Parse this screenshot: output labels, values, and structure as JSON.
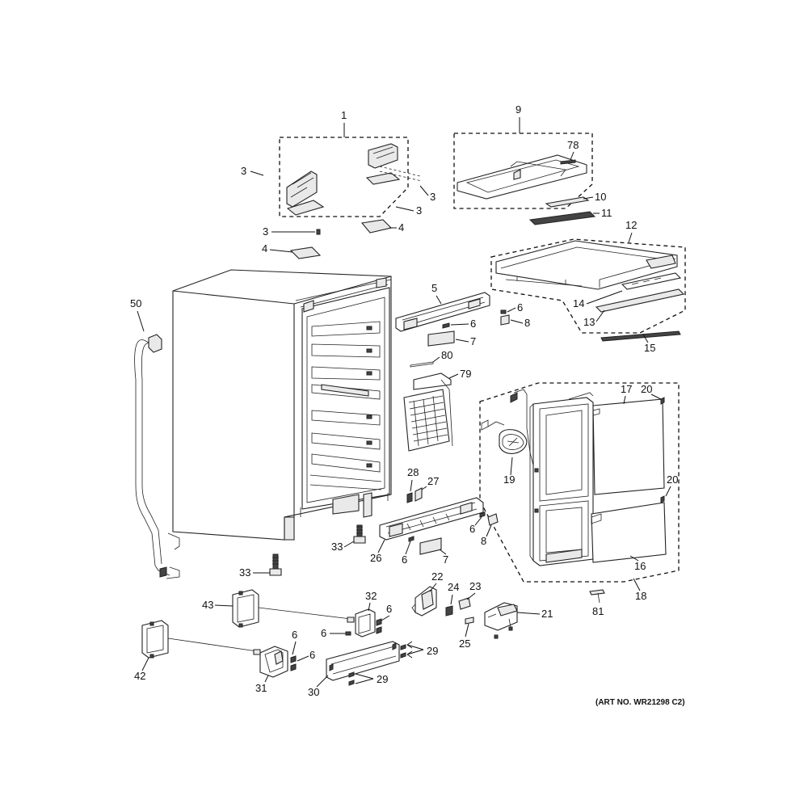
{
  "art_number": "(ART NO. WR21298 C2)",
  "callouts": {
    "c1": "1",
    "c3a": "3",
    "c3b": "3",
    "c3c": "3",
    "c3d": "3",
    "c4a": "4",
    "c4b": "4",
    "c9": "9",
    "c78": "78",
    "c10": "10",
    "c11": "11",
    "c12": "12",
    "c14": "14",
    "c13": "13",
    "c15": "15",
    "c5": "5",
    "c6a": "6",
    "c8a": "8",
    "c6b": "6",
    "c7a": "7",
    "c80": "80",
    "c79": "79",
    "c50": "50",
    "c17": "17",
    "c20a": "20",
    "c20b": "20",
    "c19": "19",
    "c16": "16",
    "c18": "18",
    "c28": "28",
    "c27": "27",
    "c6c": "6",
    "c8b": "8",
    "c33a": "33",
    "c26": "26",
    "c6d": "6",
    "c7b": "7",
    "c33b": "33",
    "c22": "22",
    "c24": "24",
    "c23": "23",
    "c81": "81",
    "c43": "43",
    "c32": "32",
    "c6e": "6",
    "c6f": "6",
    "c21": "21",
    "c25": "25",
    "c42": "42",
    "c6g": "6",
    "c6h": "6",
    "c29a": "29",
    "c31": "31",
    "c30": "30",
    "c29b": "29"
  }
}
